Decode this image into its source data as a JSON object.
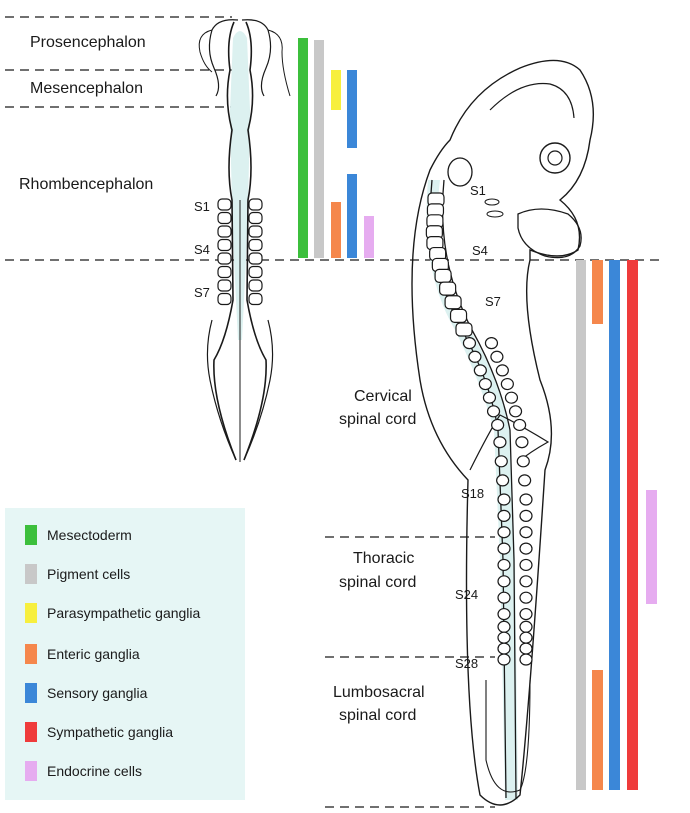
{
  "regions": {
    "prosencephalon": "Prosencephalon",
    "mesencephalon": "Mesencephalon",
    "rhombencephalon": "Rhombencephalon",
    "cervical": [
      "Cervical",
      "spinal cord"
    ],
    "thoracic": [
      "Thoracic",
      "spinal cord"
    ],
    "lumbosacral": [
      "Lumbosacral",
      "spinal cord"
    ]
  },
  "somites_left": [
    "S1",
    "S4",
    "S7"
  ],
  "somites_right": [
    "S1",
    "S4",
    "S7",
    "S18",
    "S24",
    "S28"
  ],
  "legend": [
    {
      "label": "Mesectoderm",
      "color": "#3cbf3c"
    },
    {
      "label": "Pigment cells",
      "color": "#c8c8c8"
    },
    {
      "label": "Parasympathetic ganglia",
      "color": "#f7ef3e"
    },
    {
      "label": "Enteric ganglia",
      "color": "#f5874c"
    },
    {
      "label": "Sensory ganglia",
      "color": "#3b87d8"
    },
    {
      "label": "Sympathetic ganglia",
      "color": "#ef3b3b"
    },
    {
      "label": "Endocrine cells",
      "color": "#e6acf0"
    }
  ],
  "colors": {
    "neural_fill": "#dcf1f0",
    "outline": "#1a1a1a",
    "legend_bg": "#e6f6f5"
  }
}
